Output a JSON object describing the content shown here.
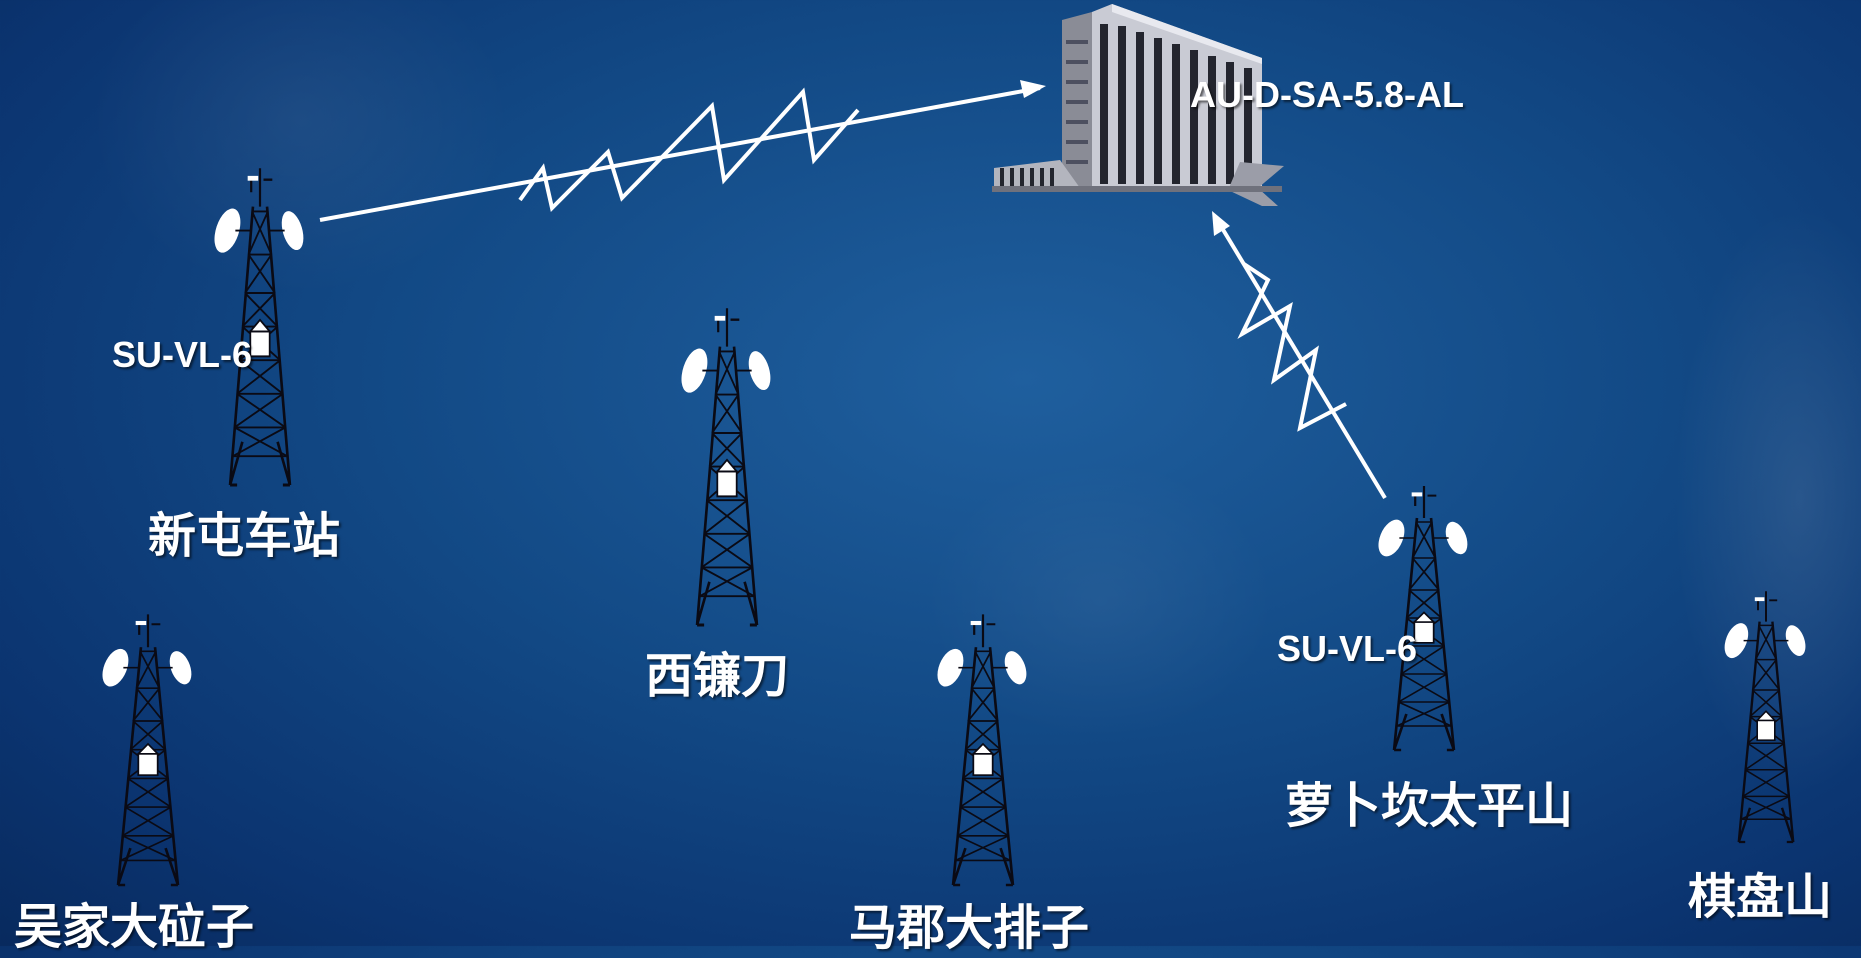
{
  "labels": {
    "base_station": "AU-D-SA-5.8-AL",
    "su_left": "SU-VL-6",
    "su_right": "SU-VL-6"
  },
  "sites": {
    "xintun": "新屯车站",
    "xilian": "西镰刀",
    "wujia": "吴家大砬子",
    "majun": "马郡大排子",
    "luobo": "萝卜坎太平山",
    "qipan": "棋盘山"
  },
  "colors": {
    "background": "#124985",
    "link": "#ffffff",
    "tower": "#0a0a14"
  }
}
